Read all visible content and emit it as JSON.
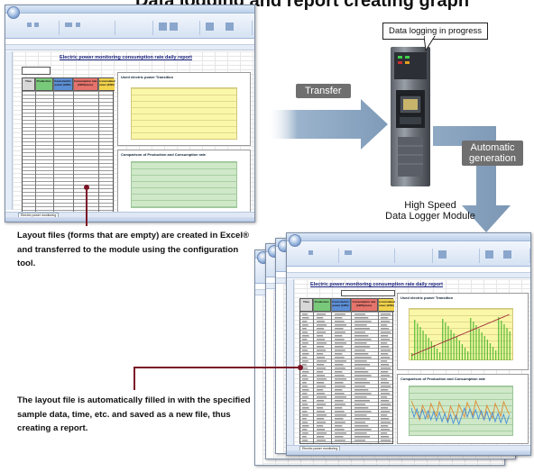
{
  "heading_partial": "Data logging and report creating graph",
  "callout_logging": "Data logging in progress",
  "arrow_transfer_label": "Transfer",
  "arrow_generation_label": "Automatic generation",
  "module_caption_line1": "High Speed",
  "module_caption_line2": "Data Logger Module",
  "caption_layout": "Layout files (forms that are empty) are created in Excel® and transferred to the module using the configuration tool.",
  "caption_report": "The layout file is automatically filled in with the specified sample data, time, etc. and saved as a new file, thus creating a report.",
  "excel": {
    "report_title": "Electric power monitoring consumption rate daily report",
    "chart1_title": "Used electric power Transition",
    "chart2_title": "Comparison of Production and Consumption rate",
    "sheet_tab": "Electric power monitoring",
    "header_cols": [
      "Time",
      "Production",
      "Used electric power (kWh)",
      "Consumption rate (kWh/piece)",
      "Accumulated power (kWh)"
    ],
    "colors": {
      "header_green": "#79c97a",
      "header_blue": "#5d8fd6",
      "header_red": "#e5736b",
      "header_yellow": "#f2d24a",
      "plot_yellow": "#fbf7a8",
      "plot_green": "#cfe8c8"
    }
  },
  "colors": {
    "arrow": "#8fa9c4",
    "arrow_dark": "#7791ad",
    "leader": "#7a1426"
  }
}
